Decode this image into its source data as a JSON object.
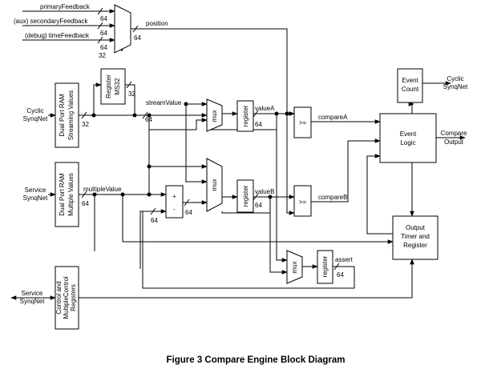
{
  "inputs": {
    "primary_feedback": "primaryFeedback",
    "secondary_feedback": "(aux) secondaryFeedback",
    "time_feedback": "(debug) timeFeedback",
    "cyclic_synqnet": [
      "Cyclic",
      "SynqNet"
    ],
    "service_synqnet": [
      "Service",
      "SynqNet"
    ],
    "service_synqnet_bottom": [
      "Service",
      "SynqNet"
    ]
  },
  "blocks": {
    "streaming_ram": [
      "Dual Port RAM",
      "Streaming Values"
    ],
    "register_ms32": [
      "Register",
      "MS32"
    ],
    "multiple_ram": [
      "Dual Port RAM",
      "Multiple Values"
    ],
    "control_registers": [
      "Control and",
      "MultipleControl",
      "Registers"
    ],
    "mux": "mux",
    "register": "register",
    "compare": ">=",
    "adder": [
      "+",
      "-"
    ],
    "event_count": [
      "Event",
      "Count"
    ],
    "event_logic": [
      "Event",
      "Logic"
    ],
    "output_timer": [
      "Output",
      "Timer and",
      "Register"
    ]
  },
  "signals": {
    "position": "position",
    "stream_value": "streamValue",
    "multiple_value": "multipleValue",
    "value_a": "valueA",
    "value_b": "valueB",
    "compare_a": "compareA",
    "compare_b": "compareB",
    "assert": "assert"
  },
  "outputs": {
    "cyclic_synqnet": [
      "Cyclic",
      "SynqNet"
    ],
    "compare_output": [
      "Compare",
      "Output"
    ]
  },
  "bus_widths": {
    "w64": "64",
    "w32": "32"
  },
  "caption": "Figure 3 Compare Engine Block Diagram"
}
